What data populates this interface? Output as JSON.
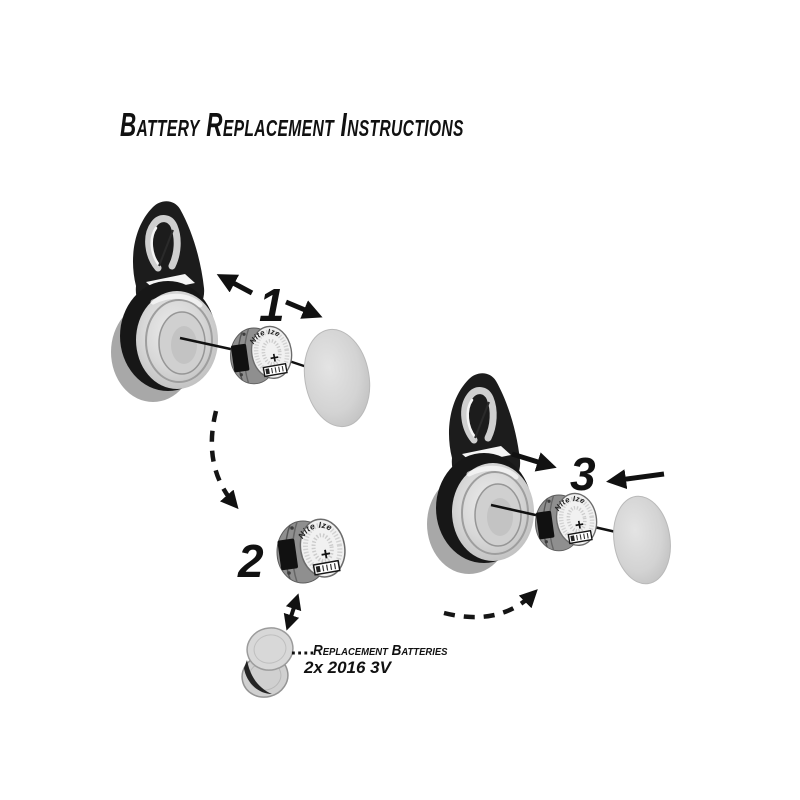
{
  "title": "Battery Replacement Instructions",
  "steps": [
    {
      "label": "1"
    },
    {
      "label": "2"
    },
    {
      "label": "3"
    }
  ],
  "note": {
    "line1": "Replacement Batteries",
    "line2": "2x 2016 3V"
  },
  "module_markings": {
    "brand": "Nite Ize",
    "polarity": "+"
  },
  "colors": {
    "background": "#ffffff",
    "ink": "#111111",
    "housing_black": "#1c1c1c",
    "carabiner_metal": "#cfcfcf",
    "lens_gray": "#d9d9d9",
    "dome_gray": "#d3d3d3",
    "module_face": "#f1f1f1",
    "module_rear": "#8f8f8f",
    "battery_gray": "#d6d6d6"
  }
}
